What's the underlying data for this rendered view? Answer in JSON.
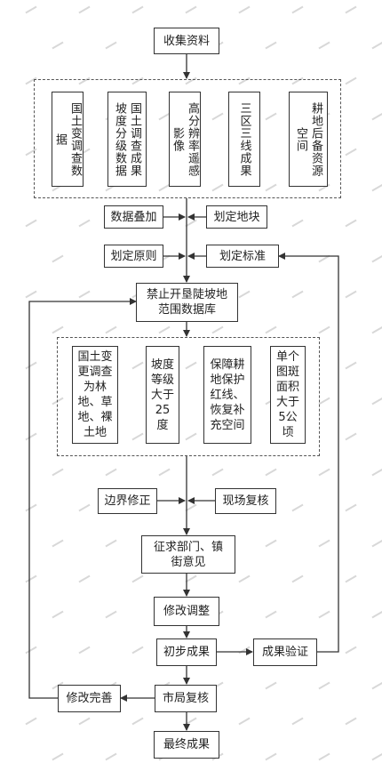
{
  "nodes": {
    "collect": "收集资料",
    "source_items": [
      "国土变调查数据",
      "国土调查成果坡度分级数据",
      "高分辨率遥感影像",
      "三区三线成果",
      "耕地后备资源空间"
    ],
    "overlay": "数据叠加",
    "draw_plot": "划定地块",
    "principle": "划定原则",
    "standard": "划定标准",
    "database": "禁止开垦陡坡地范围数据库",
    "criteria_items": [
      "国土变更调查为林地、草地、裸土地",
      "坡度等级大于25度",
      "保障耕地保护红线、恢复补充空间",
      "单个图斑面积大于5公顷"
    ],
    "boundary": "边界修正",
    "field_check": "现场复核",
    "consult": "征求部门、镇街意见",
    "revise_adjust": "修改调整",
    "preliminary": "初步成果",
    "verify": "成果验证",
    "revise_complete": "修改完善",
    "city_review": "市局复核",
    "final": "最终成果"
  }
}
